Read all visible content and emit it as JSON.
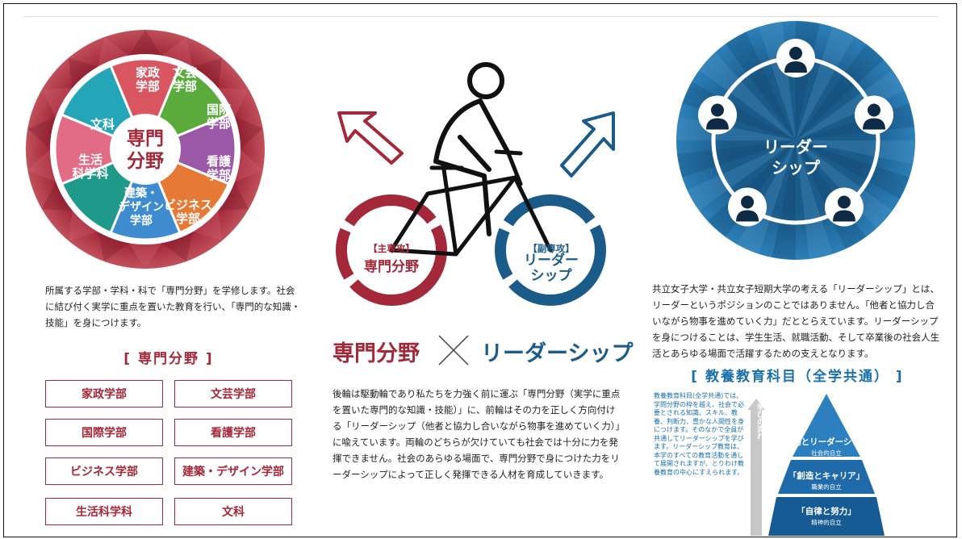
{
  "left": {
    "wheel": {
      "segments": [
        {
          "label": "家政\n学部",
          "color": "#d95560"
        },
        {
          "label": "文芸\n学部",
          "color": "#5aab3b"
        },
        {
          "label": "国際\n学部",
          "color": "#9a58a6"
        },
        {
          "label": "看護\n学部",
          "color": "#e67a35"
        },
        {
          "label": "ビジネス\n学部",
          "color": "#3f8bd0"
        },
        {
          "label": "建築・\nデザイン\n学部",
          "color": "#1f9a8a"
        },
        {
          "label": "生活\n科学科",
          "color": "#e26b86"
        },
        {
          "label": "文科",
          "color": "#25a6b8"
        }
      ],
      "center_line1": "専門",
      "center_line2": "分野"
    },
    "desc": "所属する学部・学科・科で「専門分野」を学修します。社会に結び付く実学に重点を置いた教育を行い、「専門的な知識・技能」を身につけます。",
    "fields_title": "[ 専門分野 ]",
    "fields": [
      "家政学部",
      "文芸学部",
      "国際学部",
      "看護学部",
      "ビジネス学部",
      "建築・デザイン学部",
      "生活科学科",
      "文科"
    ]
  },
  "center": {
    "rear_wheel_tag": "【主専攻】",
    "rear_wheel_label": "専門分野",
    "front_wheel_tag": "【副専攻】",
    "front_wheel_label1": "リーダー",
    "front_wheel_label2": "シップ",
    "title_left": "専門分野",
    "title_right": "リーダーシップ",
    "desc": "後輪は駆動輪であり私たちを力強く前に運ぶ「専門分野（実学に重点を置いた専門的な知識・技能）」に、前輪はその力を正しく方向付ける「リーダーシップ（他者と協力し合いながら物事を進めていく力）」に喩えています。両輪のどちらが欠けていても社会では十分に力を発揮できません。社会のあらゆる場面で、専門分野で身につけた力をリーダーシップによって正しく発揮できる人材を育成していきます。"
  },
  "right": {
    "circle_label1": "リーダー",
    "circle_label2": "シップ",
    "desc": "共立女子大学・共立女子短期大学の考える「リーダーシップ」とは、リーダーというポジションのことではありません。「他者と協力し合いながら物事を進めていく力」だととらえています。リーダーシップを身につけることは、学生生活、就職活動、そして卒業後の社会人生活とあらゆる場面で活躍するための支えとなります。",
    "lib_title": "[ 教養教育科目（全学共通） ]",
    "lib_desc": "教養教育科目(全学共通)では、学問分野の枠を越え、社会で必要とされる知識、スキル、教養、判断力、豊かな人間性を身につけます。そのなかで全員が共通してリーダーシップを学びます。リーダーシップ教育は、本学のすべての教育活動を通して展開されますが、とりわけ教養教育の中心にすえられます。",
    "flow_label": "学びの流れ",
    "pyramid": [
      {
        "label": "「協働とリーダーシップ」",
        "sub": "社会的自立"
      },
      {
        "label": "「創造とキャリア」",
        "sub": "職業的自立"
      },
      {
        "label": "「自律と努力」",
        "sub": "精神的自立"
      }
    ]
  },
  "colors": {
    "crimson": "#a3283a",
    "navy": "#1a5b8a",
    "blue": "#1a70a8"
  }
}
